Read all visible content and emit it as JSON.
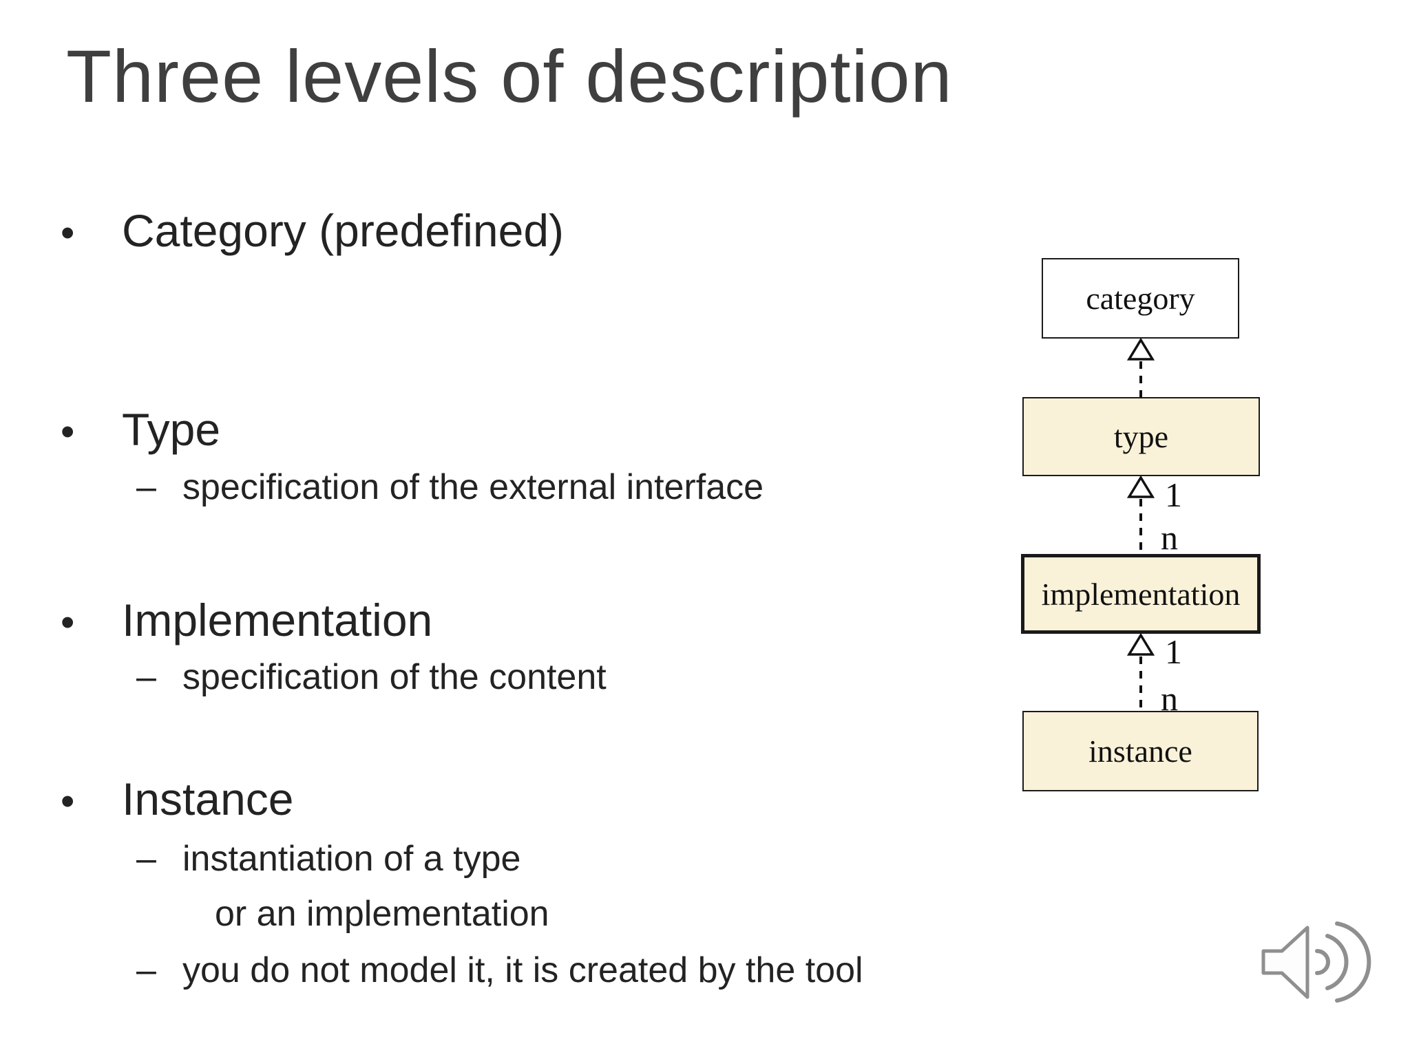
{
  "slide": {
    "title": "Three levels of description",
    "bullets": [
      {
        "marker": "•",
        "label": "Category (predefined)",
        "subs": []
      },
      {
        "marker": "•",
        "label": "Type",
        "subs": [
          {
            "marker": "–",
            "text": "specification of the external interface"
          }
        ]
      },
      {
        "marker": "•",
        "label": "Implementation",
        "subs": [
          {
            "marker": "–",
            "text": "specification of the content"
          }
        ]
      },
      {
        "marker": "•",
        "label": "Instance",
        "subs": [
          {
            "marker": "–",
            "text": "instantiation of a type"
          },
          {
            "marker": "",
            "text": "or an implementation"
          },
          {
            "marker": "–",
            "text": "you do not model it, it is created by the tool"
          }
        ]
      }
    ]
  },
  "diagram": {
    "boxes": [
      {
        "label": "category",
        "fill": "#ffffff",
        "border_weight": "thin"
      },
      {
        "label": "type",
        "fill": "#f9f1d8",
        "border_weight": "thin"
      },
      {
        "label": "implementation",
        "fill": "#f9f1d8",
        "border_weight": "thick"
      },
      {
        "label": "instance",
        "fill": "#f9f1d8",
        "border_weight": "thin"
      }
    ],
    "edges": [
      {
        "from": "type",
        "to": "category",
        "style": "dashed-hollow-arrow"
      },
      {
        "from": "implementation",
        "to": "type",
        "style": "dashed-hollow-arrow",
        "upper": "1",
        "lower": "n"
      },
      {
        "from": "instance",
        "to": "implementation",
        "style": "dashed-hollow-arrow",
        "upper": "1",
        "lower": "n"
      }
    ]
  },
  "icons": {
    "audio": "speaker-with-sound-waves"
  },
  "colors": {
    "background": "#ffffff",
    "title": "#3f3f3f",
    "body_text": "#232323",
    "box_fill_cream": "#f9f1d8",
    "box_border": "#1a1a1a",
    "icon_stroke": "#8f8f8f"
  }
}
